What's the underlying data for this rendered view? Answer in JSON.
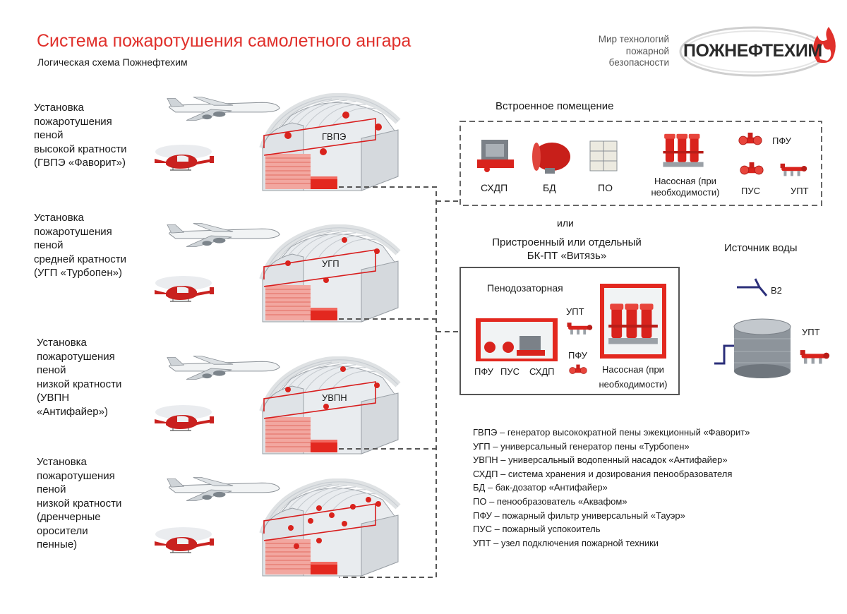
{
  "title": "Система пожаротушения самолетного ангара",
  "subtitle": "Логическая схема Пожнефтехим",
  "brand": {
    "tagline": [
      "Мир технологий",
      "пожарной",
      "безопасности"
    ],
    "logo_text": "ПОЖНЕФТЕХИМ",
    "accent": "#e0302b"
  },
  "systems": [
    {
      "lines": [
        "Установка",
        "пожаротушения",
        "пеной",
        "высокой кратности",
        "(ГВПЭ «Фаворит»)"
      ],
      "hangar_label": "ГВПЭ"
    },
    {
      "lines": [
        "Установка",
        "пожаротушения",
        "пеной",
        "средней кратности",
        "(УГП «Турбопен»)"
      ],
      "hangar_label": "УГП"
    },
    {
      "lines": [
        "Установка",
        "пожаротушения",
        "пеной",
        "низкой кратности",
        "(УВПН",
        "«Антифайер»)"
      ],
      "hangar_label": "УВПН"
    },
    {
      "lines": [
        "Установка",
        "пожаротушения",
        "пеной",
        "низкой кратности",
        "(дренчерные",
        "оросители",
        "пенные)"
      ],
      "hangar_label": ""
    }
  ],
  "builtin_room": {
    "title": "Встроенное помещение",
    "items": {
      "sxdp": "СХДП",
      "bd": "БД",
      "po": "ПО",
      "pump_line1": "Насосная (при",
      "pump_line2": "необходимости)",
      "pfu": "ПФУ",
      "pus": "ПУС",
      "upt": "УПТ"
    }
  },
  "or_label": "или",
  "module": {
    "title_line1": "Пристроенный или отдельный",
    "title_line2": "БК-ПТ «Витязь»",
    "dosing_room": "Пенодозаторная",
    "pfu": "ПФУ",
    "pus": "ПУС",
    "sxdp": "СХДП",
    "upt": "УПТ",
    "pfu2": "ПФУ",
    "pump_line1": "Насосная (при",
    "pump_line2": "необходимости)"
  },
  "water_source": {
    "title": "Источник воды",
    "pipe_label": "В2",
    "upt": "УПТ"
  },
  "legend": [
    "ГВПЭ – генератор высокократной пены эжекционный «Фаворит»",
    "УГП – универсальный генератор пены «Турбопен»",
    "УВПН – универсальный водопенный насадок «Антифайер»",
    "СХДП – система хранения и дозирования пенообразователя",
    "БД – бак-дозатор «Антифайер»",
    "ПО – пенообразователь  «Аквафом»",
    "ПФУ – пожарный фильтр универсальный «Тауэр»",
    "ПУС – пожарный успокоитель",
    "УПТ – узел подключения пожарной техники"
  ]
}
